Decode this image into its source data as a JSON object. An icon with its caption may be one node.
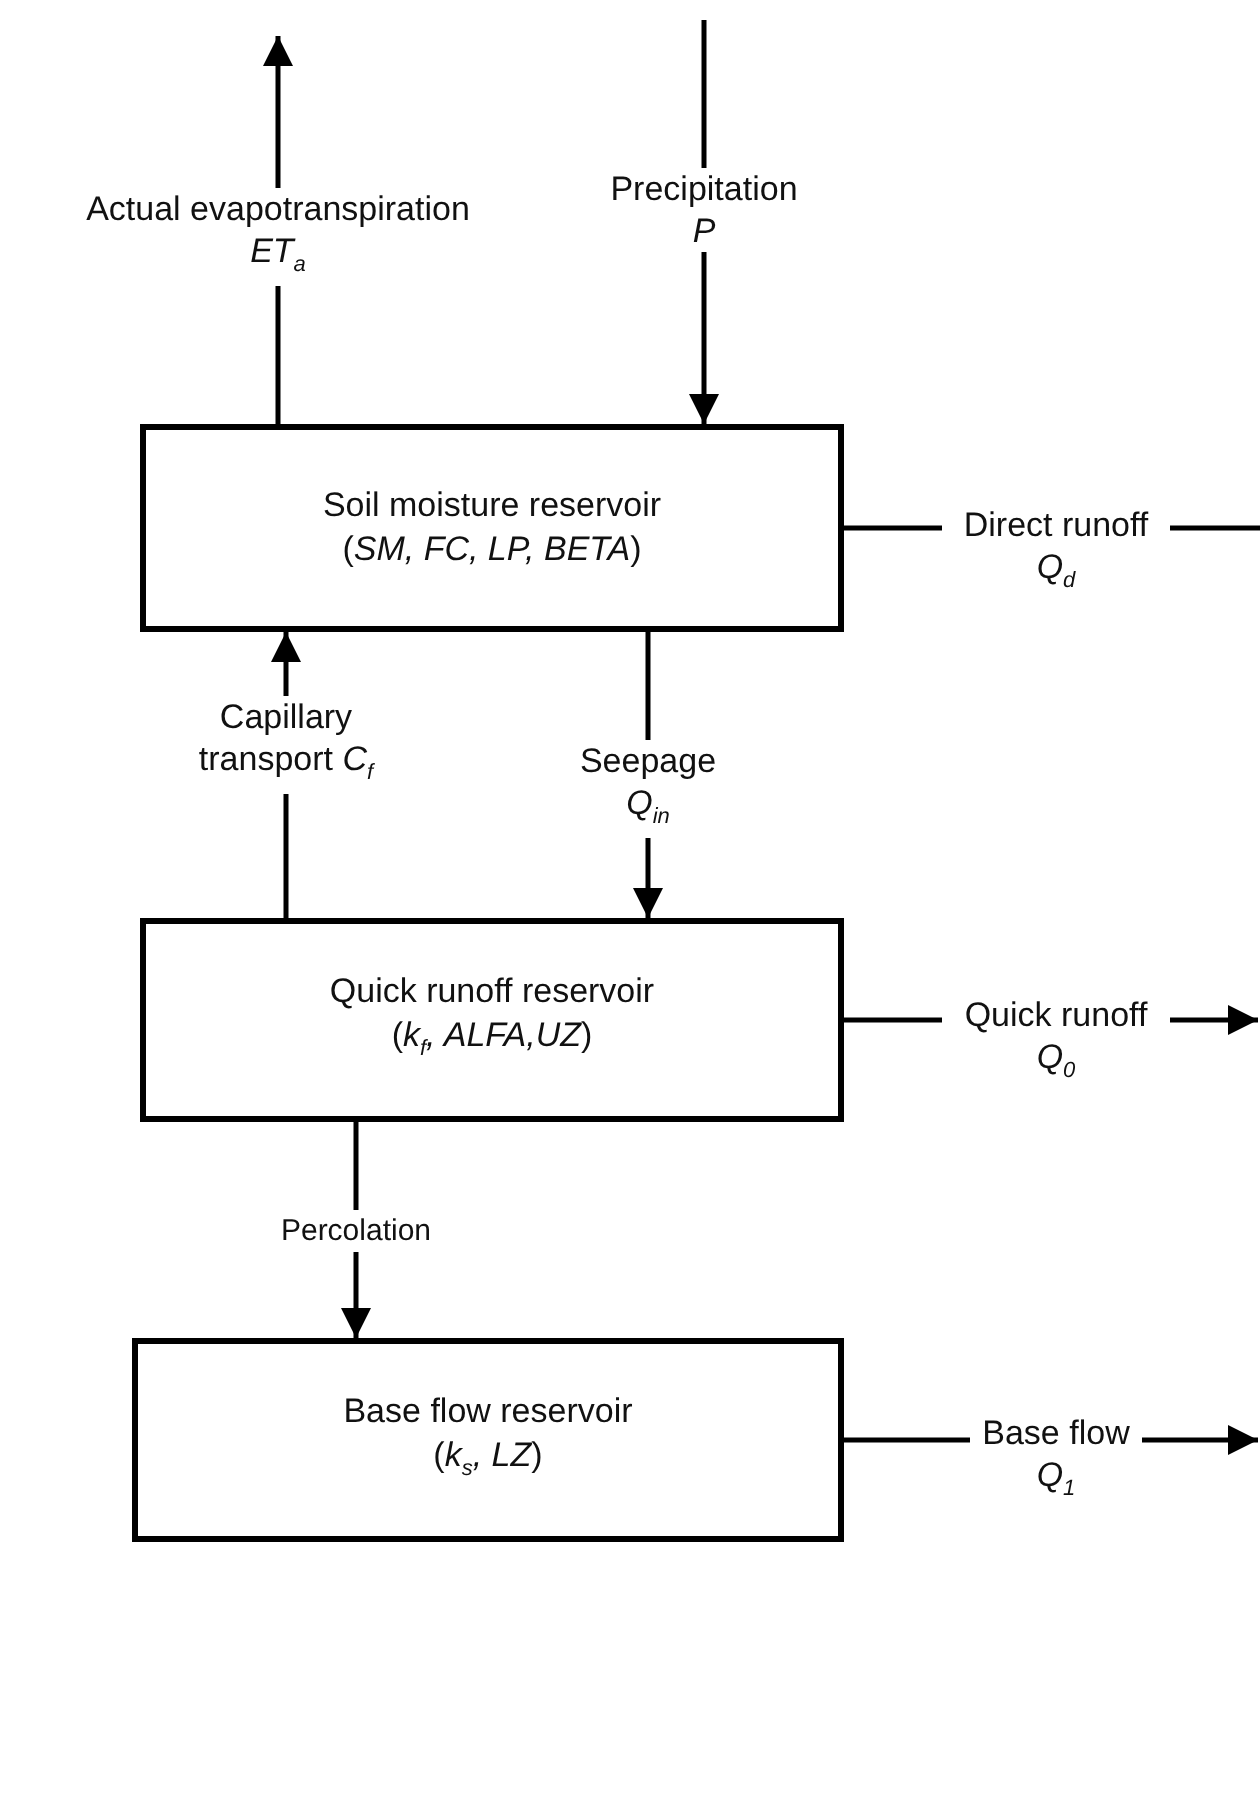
{
  "diagram": {
    "nodes": [
      {
        "text": [
          "Soil moisture reservoir",
          "(*SM, FC, LP, BETA*)"
        ]
      },
      {
        "text": [
          "Quick runoff reservoir",
          "(*k*$_{f}$*, ALFA,UZ*)"
        ]
      },
      {
        "text": [
          "Base flow reservoir",
          "(*k*$_{s}$*, LZ*)"
        ]
      }
    ],
    "edges": [
      {
        "from": 0,
        "to": null,
        "arrow": "to",
        "label": "Actual evapotranspiration *ET*$_{a}$"
      },
      {
        "from": null,
        "to": 0,
        "arrow": "to",
        "label": "Precipitation *P*"
      },
      {
        "from": 0,
        "to": null,
        "arrow": "none",
        "label": "Direct runoff *Q*$_{d}$"
      },
      {
        "from": 1,
        "to": 0,
        "arrow": "to",
        "label": "Capillary transport *C*$_{f}$"
      },
      {
        "from": 0,
        "to": 1,
        "arrow": "to",
        "label": "Seepage *Q*$_{in}$"
      },
      {
        "from": 1,
        "to": null,
        "arrow": "to",
        "label": "Quick runoff *Q*$_{0}$"
      },
      {
        "from": 1,
        "to": 2,
        "arrow": "to",
        "label": "Percolation"
      },
      {
        "from": 2,
        "to": null,
        "arrow": "to",
        "label": "Base flow *Q*$_{1}$"
      }
    ]
  }
}
